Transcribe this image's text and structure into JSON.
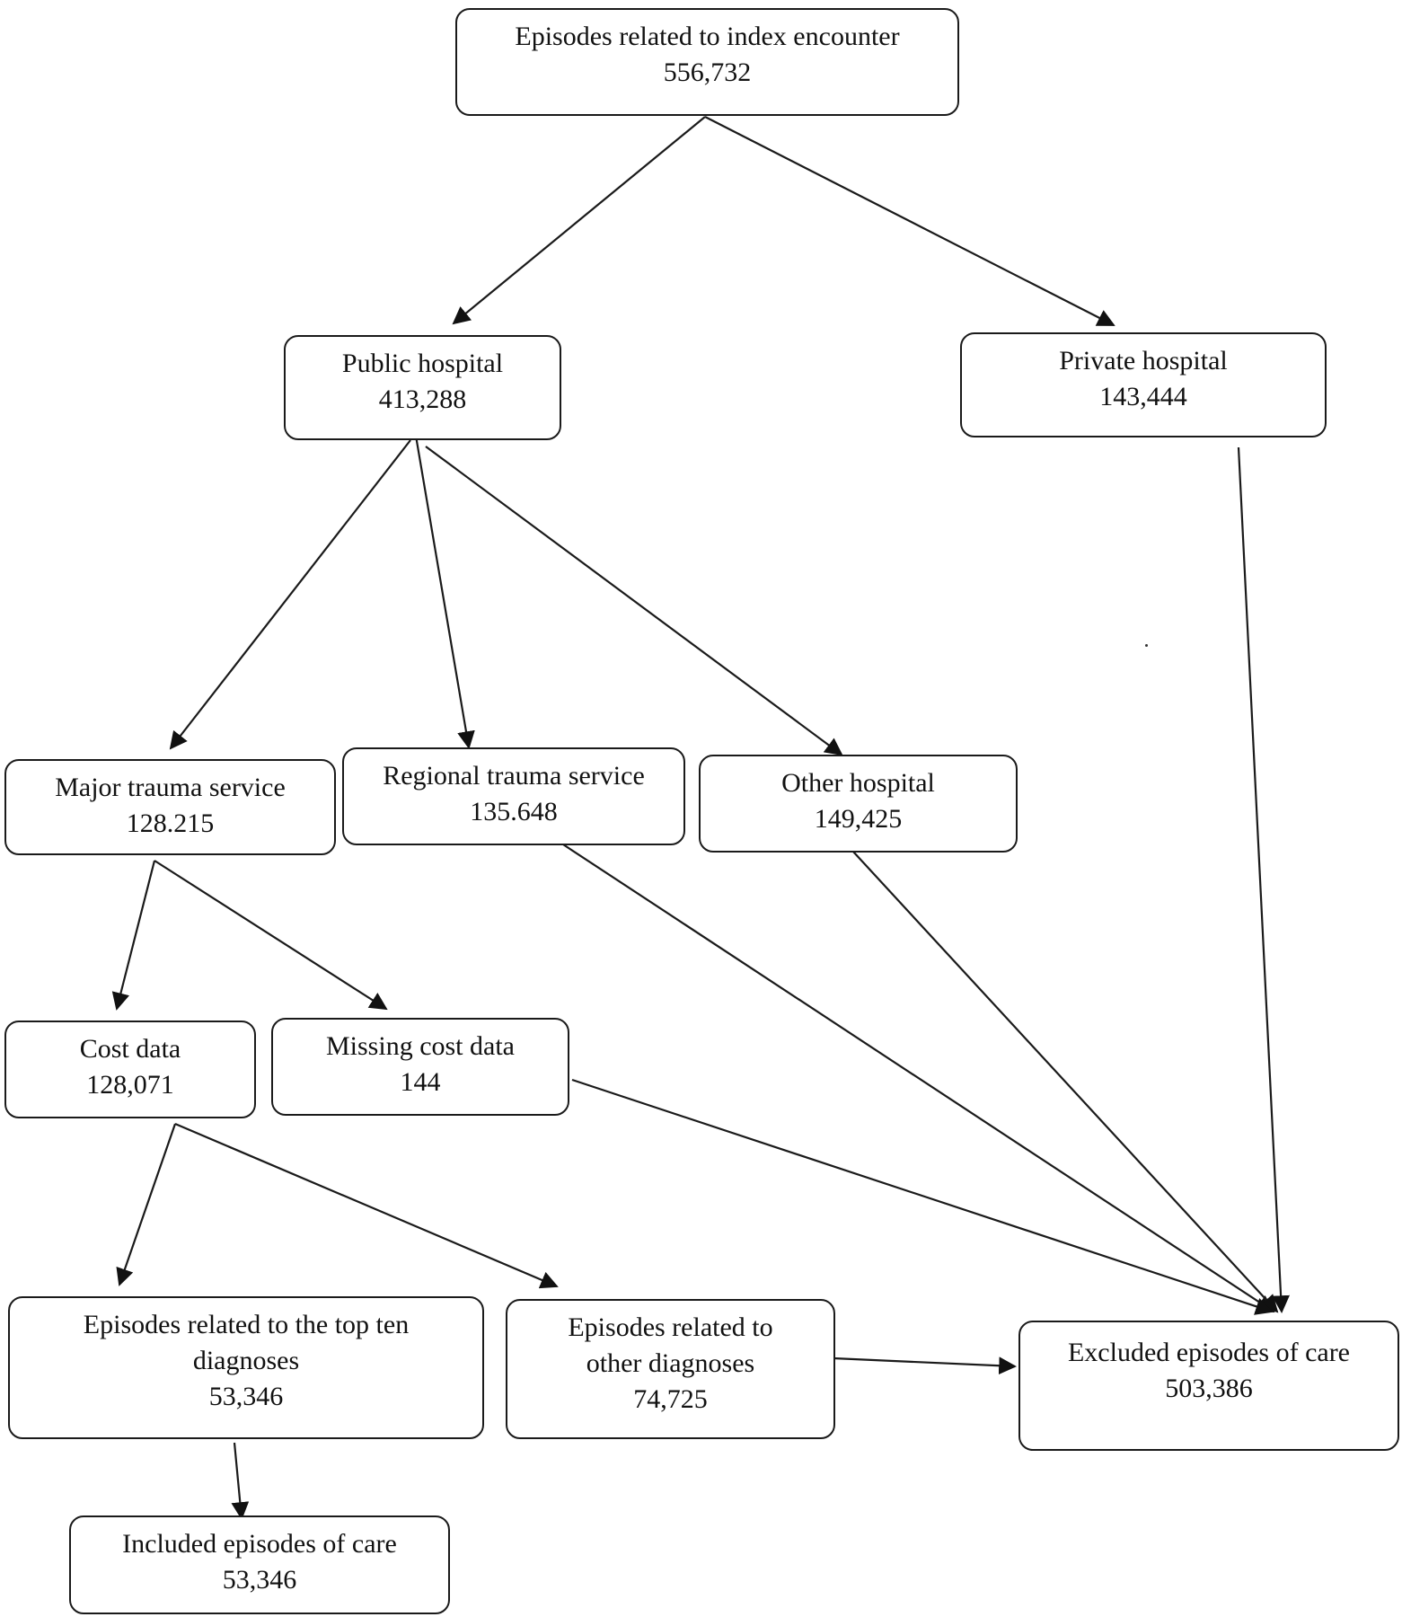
{
  "nodes": {
    "index": {
      "label": "Episodes related to index encounter",
      "count": "556,732"
    },
    "public": {
      "label": "Public hospital",
      "count": "413,288"
    },
    "private": {
      "label": "Private hospital",
      "count": "143,444"
    },
    "major": {
      "label": "Major trauma service",
      "count": "128.215"
    },
    "regional": {
      "label": "Regional trauma service",
      "count": "135.648"
    },
    "other": {
      "label": "Other hospital",
      "count": "149,425"
    },
    "cost": {
      "label": "Cost data",
      "count": "128,071"
    },
    "missing": {
      "label": "Missing cost data",
      "count": "144"
    },
    "topten": {
      "label": "Episodes related to the top ten diagnoses",
      "count": "53,346"
    },
    "otherdiag": {
      "label": "Episodes related to other diagnoses",
      "count": "74,725"
    },
    "excluded": {
      "label": "Excluded episodes of care",
      "count": "503,386"
    },
    "included": {
      "label": "Included episodes of care",
      "count": "53,346"
    }
  },
  "edges": [
    {
      "from": "index",
      "to": "public"
    },
    {
      "from": "index",
      "to": "private"
    },
    {
      "from": "public",
      "to": "major"
    },
    {
      "from": "public",
      "to": "regional"
    },
    {
      "from": "public",
      "to": "other"
    },
    {
      "from": "private",
      "to": "excluded"
    },
    {
      "from": "major",
      "to": "cost"
    },
    {
      "from": "major",
      "to": "missing"
    },
    {
      "from": "regional",
      "to": "excluded"
    },
    {
      "from": "other",
      "to": "excluded"
    },
    {
      "from": "missing",
      "to": "excluded"
    },
    {
      "from": "cost",
      "to": "topten"
    },
    {
      "from": "cost",
      "to": "otherdiag"
    },
    {
      "from": "otherdiag",
      "to": "excluded"
    },
    {
      "from": "topten",
      "to": "included"
    }
  ],
  "colors": {
    "line": "#1a1a1a",
    "box_border": "#1a1a1a",
    "background": "#ffffff"
  }
}
